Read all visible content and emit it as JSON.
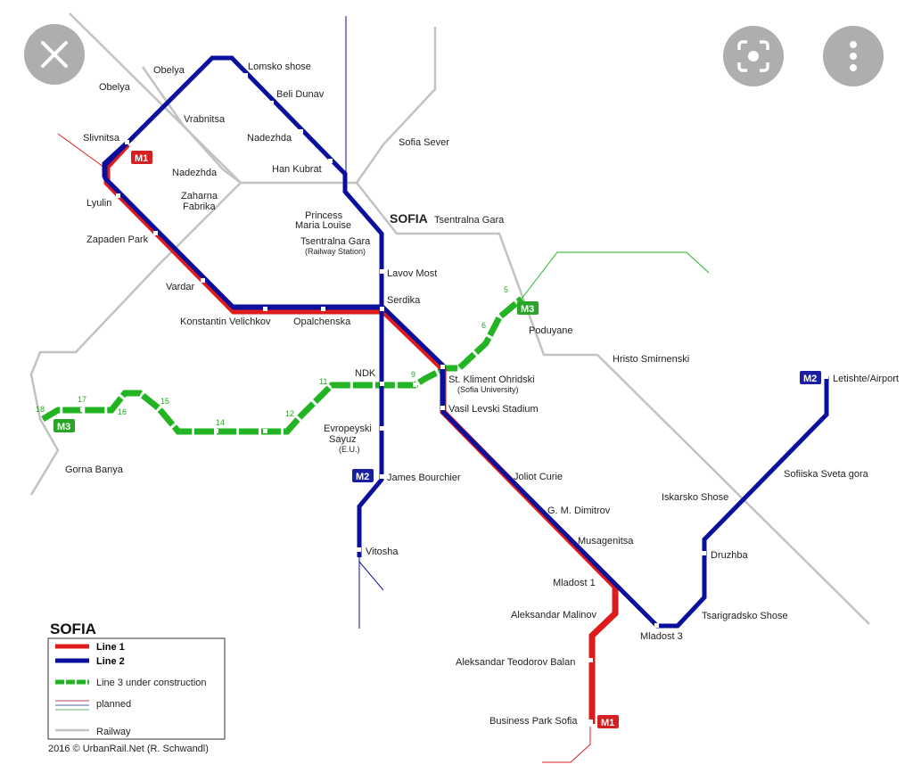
{
  "viewer": {
    "close_icon": "close-icon",
    "lens_icon": "lens-icon",
    "more_icon": "more-vert-icon"
  },
  "map": {
    "city_title": "SOFIA",
    "hub": "SOFIA",
    "hub_station": "Tsentralna Gara",
    "badges": {
      "m1": "M1",
      "m2": "M2",
      "m3": "M3"
    },
    "colors": {
      "line1": "#e01b1b",
      "line2": "#0a0f9c",
      "line3": "#22b422",
      "railway": "#c2c2c2"
    },
    "stations": {
      "obelya": "Obelya",
      "obelya_rail": "Obelya",
      "lomsko": "Lomsko shose",
      "beli": "Beli Dunav",
      "vrabnitsa": "Vrabnitsa",
      "slivnitsa": "Slivnitsa",
      "nadezhda": "Nadezhda",
      "nadezhda_rail": "Nadezhda",
      "hankubrat": "Han Kubrat",
      "sofiasever": "Sofia Sever",
      "zaharna1": "Zaharna",
      "zaharna2": "Fabrika",
      "lyulin": "Lyulin",
      "princess1": "Princess",
      "princess2": "Maria Louise",
      "tsentralna": "Tsentralna Gara",
      "tsentralna_sub": "(Railway Station)",
      "zapaden": "Zapaden Park",
      "lavov": "Lavov Most",
      "serdika": "Serdika",
      "vardar": "Vardar",
      "velichkov": "Konstantin Velichkov",
      "opalchenska": "Opalchenska",
      "poduyane": "Poduyane",
      "hristo": "Hristo Smirnenski",
      "ndk": "NDK",
      "kliment": "St. Kliment Ohridski",
      "kliment_sub": "(Sofia University)",
      "levski": "Vasil Levski Stadium",
      "evro1": "Evropeyski",
      "evro2": "Sayuz",
      "evro3": "(E.U.)",
      "gorna": "Gorna Banya",
      "bourchier": "James Bourchier",
      "joliot": "Joliot Curie",
      "dimitrov": "G. M. Dimitrov",
      "musagenitsa": "Musagenitsa",
      "vitosha": "Vitosha",
      "mladost1": "Mladost 1",
      "malinov": "Aleksandar Malinov",
      "mladost3": "Mladost 3",
      "balan": "Aleksandar Teodorov Balan",
      "business": "Business Park Sofia",
      "airport": "Letishte/Airport",
      "svetagora": "Sofiiska Sveta gora",
      "iskarsko": "Iskarsko Shose",
      "druzhba": "Druzhba",
      "tsarigradsko": "Tsarigradsko Shose"
    },
    "m3_numbers": [
      "5",
      "6",
      "9",
      "11",
      "12",
      "14",
      "15",
      "16",
      "17",
      "18"
    ],
    "legend": {
      "line1": "Line 1",
      "line2": "Line 2",
      "line3": "Line 3  under construction",
      "planned": "planned",
      "railway": "Railway"
    },
    "credit": "2016 © UrbanRail.Net (R. Schwandl)"
  }
}
